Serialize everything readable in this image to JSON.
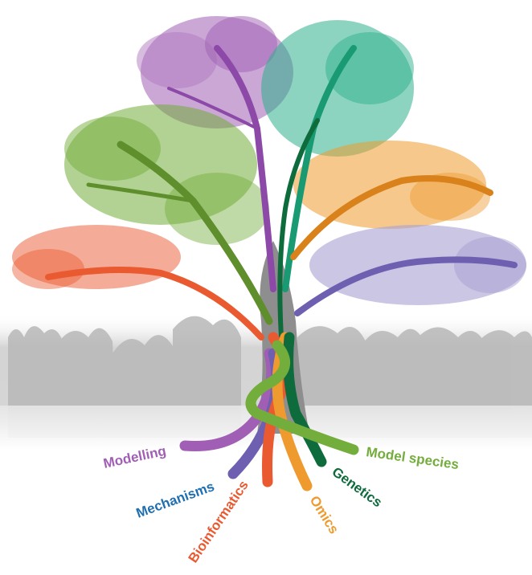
{
  "labels": {
    "modelling": "Modelling",
    "mechanisms": "Mechanisms",
    "bioinformatics": "Bioinformatics",
    "omics": "Omics",
    "genetics": "Genetics",
    "model_species": "Model species"
  },
  "colors": {
    "modelling": "#a05fb4",
    "mechanisms": "#1f6fb0",
    "mechanisms_strand": "#6f5fb0",
    "bioinformatics": "#ea5a31",
    "omics": "#ee9a2e",
    "genetics": "#0e6b3c",
    "genetics_canopy": "#2db08c",
    "model_species": "#73ad3b",
    "lavender": "#a8a0d2",
    "trunk": "#8e8e8e",
    "fog": "#c4c4c4"
  },
  "icons": {
    "canopy": "tree-canopy-icon",
    "trunk": "tree-trunk-icon",
    "forest": "misty-forest-icon"
  }
}
